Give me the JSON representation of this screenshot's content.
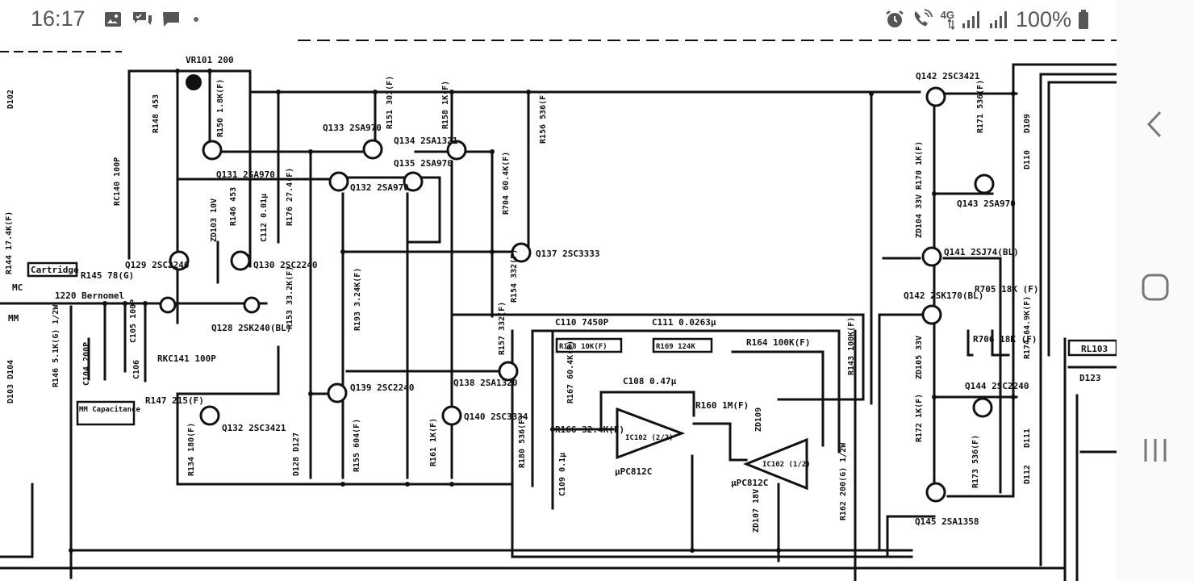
{
  "status_bar": {
    "time": "16:17",
    "battery_text": "100%",
    "network": "4G",
    "left_icons": [
      "image-icon",
      "chat-icon",
      "message-icon",
      "dot-icon"
    ],
    "right_icons": [
      "alarm-icon",
      "wifi-call-icon",
      "data-arrows-icon",
      "signal-icon",
      "signal-icon",
      "battery-icon"
    ]
  },
  "schematic": {
    "labels": {
      "vr": "VR101 200",
      "r148": "R148 453",
      "r150": "R150 1.8K(F)",
      "q131": "Q131 2SA970",
      "q133": "Q133 2SA970",
      "r151": "R151 301(F)",
      "q134": "Q134 2SA1321",
      "q135": "Q135 2SA970",
      "r156": "R156 536(F)",
      "r158": "R158 1K(F)",
      "q132_top": "Q132 2SA970",
      "r176": "R176 27.4(F)",
      "c112": "C112 0.01μ",
      "r146": "R146 453",
      "zd103": "ZD103 10V",
      "q129": "Q129 2SC2240",
      "q130": "Q130 2SC2240",
      "r704": "R704 60.4K(F)",
      "q137": "Q137 2SC3333",
      "rcmd": "RC140 100P",
      "cartridge": "Cartridge",
      "r144": "R144 17.4K(F)",
      "rs": "R145 78(G)",
      "mc": "MC",
      "mm": "MM",
      "bernomel": "1220 Bernomel",
      "q128": "Q128 2SK240(BL)",
      "r153": "R153 33.2K(F)",
      "r193": "R193 3.24K(F)",
      "r154": "R154 332(F)",
      "r157": "R157 332(F)",
      "q138": "Q138 2SA1320",
      "c110": "C110 7450P",
      "c111": "C111 0.0263μ",
      "r168": "R168 10K(F)",
      "r169": "R169 124K",
      "r164": "R164 100K(F)",
      "r143": "R143 100K(F)",
      "c108": "C108 0.47μ",
      "r167": "R167 60.4K(F)",
      "r166": "R166 32.4K(F)",
      "r160": "R160 1M(F)",
      "ic102_a": "IC102 (2/2)",
      "ic102_b": "IC102 (1/2)",
      "upc1": "μPC812C",
      "upc2": "μPC812C",
      "c109": "C109 0.1μ",
      "zd109": "ZD109",
      "zd107": "ZD107 18V",
      "r162": "R162 200(G) 1/2W",
      "q139": "Q139 2SC2240",
      "q140": "Q140 2SC3334",
      "r161": "R161 1K(F)",
      "r180": "R180 536(F)",
      "r155": "R155 604(F)",
      "d128": "D128 D127",
      "q132": "Q132 2SC3421",
      "r134": "R134 180(F)",
      "r147": "R147 215(F)",
      "mm_cap": "MM Capacitance",
      "c104": "C104 200P",
      "c105": "C105 100P",
      "c106": "C106",
      "rkc": "RKC141 100P",
      "r146b": "R146 5.1K(G) 1/2W",
      "q142_top": "Q142 2SC3421",
      "r171": "R171 536(F)",
      "r170": "R170 1K(F)",
      "d109": "D109",
      "d110": "D110",
      "q143": "Q143 2SA970",
      "zd104": "ZD104 33V",
      "q141": "Q141 2SJ74(BL)",
      "q142": "Q142 2SK170(BL)",
      "r705": "R705 18K (F)",
      "r706": "R706 18K (F)",
      "r174": "R174 64.9K(F)",
      "zd105": "ZD105 33V",
      "q144": "Q144 2SC2240",
      "r172": "R172 1K(F)",
      "r173": "R173 536(F)",
      "d111": "D111",
      "d112": "D112",
      "q145": "Q145 2SA1358",
      "rl103": "RL103",
      "d123": "D123",
      "d102": "D102",
      "d103": "D103 D104"
    }
  },
  "nav_bar": {
    "icons": [
      "back-icon",
      "home-icon",
      "recents-icon"
    ]
  },
  "colors": {
    "ink": "#111111",
    "status_text": "#555555",
    "nav_icon": "#777777"
  }
}
